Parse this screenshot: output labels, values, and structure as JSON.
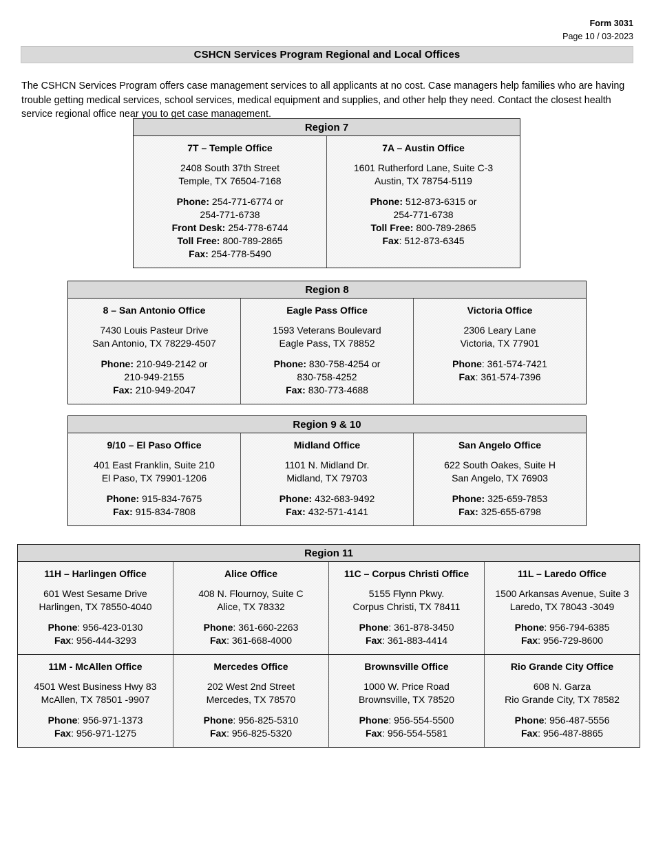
{
  "form": {
    "number": "Form 3031",
    "page_line": "Page 10  / 03-2023"
  },
  "header": {
    "title": "CSHCN Services Program Regional and Local Offices"
  },
  "intro": {
    "paragraph": "The CSHCN Services Program offers case management services to all applicants at no cost. Case managers help families who are having trouble getting medical services, school services, medical equipment and supplies, and other help they need. Contact the closest health service regional office near you to get case management."
  },
  "colors": {
    "header_fill": "#d9d9d9",
    "cell_fill": "#f7f7f7",
    "border": "#1a1a1a",
    "text": "#000000"
  },
  "regions": [
    {
      "id": "region-7",
      "title": "Region 7",
      "rows": [
        [
          {
            "name": "7T – Temple Office",
            "address": [
              "2408 South 37th Street",
              "Temple, TX 76504-7168"
            ],
            "contacts": [
              {
                "label": "Phone:",
                "value": " 254-771-6774 or"
              },
              {
                "label": "",
                "value": "254-771-6738"
              },
              {
                "label": "Front Desk:",
                "value": " 254-778-6744"
              },
              {
                "label": "Toll Free:",
                "value": " 800-789-2865"
              },
              {
                "label": "Fax:",
                "value": " 254-778-5490"
              }
            ]
          },
          {
            "name": "7A – Austin Office",
            "address": [
              "1601 Rutherford Lane, Suite C-3",
              "Austin, TX 78754-5119"
            ],
            "contacts": [
              {
                "label": "Phone:",
                "value": " 512-873-6315 or"
              },
              {
                "label": "",
                "value": "254-771-6738"
              },
              {
                "label": "Toll Free:",
                "value": " 800-789-2865"
              },
              {
                "label": "Fax",
                "value": ": 512-873-6345"
              }
            ]
          }
        ]
      ]
    },
    {
      "id": "region-8",
      "title": "Region 8",
      "rows": [
        [
          {
            "name": "8 – San Antonio Office",
            "address": [
              "7430 Louis Pasteur Drive",
              "San Antonio, TX 78229-4507"
            ],
            "contacts": [
              {
                "label": "Phone:",
                "value": " 210-949-2142 or"
              },
              {
                "label": "",
                "value": "210-949-2155"
              },
              {
                "label": "Fax:",
                "value": " 210-949-2047"
              }
            ]
          },
          {
            "name": "Eagle Pass Office",
            "address": [
              "1593 Veterans Boulevard",
              "Eagle Pass, TX 78852"
            ],
            "contacts": [
              {
                "label": "Phone:",
                "value": " 830-758-4254 or"
              },
              {
                "label": "",
                "value": "830-758-4252"
              },
              {
                "label": "Fax:",
                "value": " 830-773-4688"
              }
            ]
          },
          {
            "name": "Victoria Office",
            "address": [
              "2306 Leary Lane",
              "Victoria, TX 77901"
            ],
            "contacts": [
              {
                "label": "Phone",
                "value": ": 361-574-7421"
              },
              {
                "label": "Fax",
                "value": ": 361-574-7396"
              }
            ]
          }
        ]
      ]
    },
    {
      "id": "region-910",
      "title": "Region 9 & 10",
      "rows": [
        [
          {
            "name": "9/10 – El Paso Office",
            "address": [
              "401 East Franklin, Suite 210",
              "El Paso, TX 79901-1206"
            ],
            "contacts": [
              {
                "label": "Phone:",
                "value": " 915-834-7675"
              },
              {
                "label": "Fax:",
                "value": " 915-834-7808"
              }
            ]
          },
          {
            "name": "Midland Office",
            "address": [
              "1101 N. Midland Dr.",
              "Midland, TX 79703"
            ],
            "contacts": [
              {
                "label": "Phone:",
                "value": " 432-683-9492"
              },
              {
                "label": "Fax:",
                "value": " 432-571-4141"
              }
            ]
          },
          {
            "name": "San Angelo Office",
            "address": [
              "622 South Oakes, Suite H",
              "San Angelo, TX 76903"
            ],
            "contacts": [
              {
                "label": "Phone:",
                "value": " 325-659-7853"
              },
              {
                "label": "Fax:",
                "value": " 325-655-6798"
              }
            ]
          }
        ]
      ]
    },
    {
      "id": "region-11",
      "title": "Region 11",
      "rows": [
        [
          {
            "name": "11H – Harlingen Office",
            "address": [
              "601 West Sesame Drive",
              "Harlingen, TX 78550-4040"
            ],
            "contacts": [
              {
                "label": "Phone",
                "value": ": 956-423-0130"
              },
              {
                "label": "Fax",
                "value": ": 956-444-3293"
              }
            ]
          },
          {
            "name": "Alice Office",
            "address": [
              "408 N. Flournoy, Suite C",
              "Alice, TX 78332"
            ],
            "contacts": [
              {
                "label": "Phone",
                "value": ": 361-660-2263"
              },
              {
                "label": "Fax",
                "value": ": 361-668-4000"
              }
            ]
          },
          {
            "name": "11C – Corpus Christi Office",
            "address": [
              "5155 Flynn Pkwy.",
              "Corpus Christi, TX 78411"
            ],
            "contacts": [
              {
                "label": "Phone",
                "value": ": 361-878-3450"
              },
              {
                "label": "Fax",
                "value": ": 361-883-4414"
              }
            ]
          },
          {
            "name": "11L – Laredo Office",
            "address": [
              "1500 Arkansas Avenue, Suite 3",
              "Laredo, TX 78043 -3049"
            ],
            "contacts": [
              {
                "label": "Phone",
                "value": ": 956-794-6385"
              },
              {
                "label": "Fax",
                "value": ": 956-729-8600"
              }
            ]
          }
        ],
        [
          {
            "name": "11M - McAllen Office",
            "address": [
              "4501 West Business Hwy 83",
              "McAllen, TX 78501 -9907"
            ],
            "contacts": [
              {
                "label": "Phone",
                "value": ": 956-971-1373"
              },
              {
                "label": "Fax",
                "value": ": 956-971-1275"
              }
            ]
          },
          {
            "name": "Mercedes Office",
            "address": [
              "202 West 2nd Street",
              "Mercedes, TX 78570"
            ],
            "contacts": [
              {
                "label": "Phone",
                "value": ": 956-825-5310"
              },
              {
                "label": "Fax",
                "value": ": 956-825-5320"
              }
            ]
          },
          {
            "name": "Brownsville Office",
            "address": [
              "1000 W. Price Road",
              "Brownsville, TX 78520"
            ],
            "contacts": [
              {
                "label": "Phone",
                "value": ": 956-554-5500"
              },
              {
                "label": "Fax",
                "value": ": 956-554-5581"
              }
            ]
          },
          {
            "name": "Rio Grande City Office",
            "address": [
              "608 N. Garza",
              "Rio Grande City, TX 78582"
            ],
            "contacts": [
              {
                "label": "Phone",
                "value": ": 956-487-5556"
              },
              {
                "label": "Fax",
                "value": ": 956-487-8865"
              }
            ]
          }
        ]
      ]
    }
  ]
}
